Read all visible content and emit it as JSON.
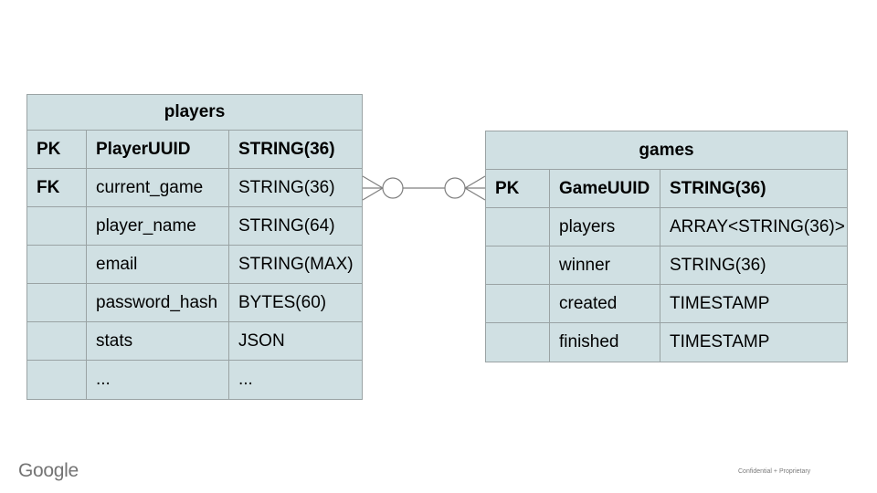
{
  "slide": {
    "brand": "Google",
    "footer_note": "Confidential + Proprietary"
  },
  "diagram": {
    "relationship": {
      "from_table": "players",
      "from_field": "current_game",
      "to_table": "games",
      "left_cardinality": "zero-or-many",
      "right_cardinality": "zero-or-many"
    },
    "tables": [
      {
        "name": "players",
        "rows": [
          {
            "key": "PK",
            "field": "PlayerUUID",
            "type": "STRING(36)",
            "bold": true
          },
          {
            "key": "FK",
            "field": "current_game",
            "type": "STRING(36)"
          },
          {
            "key": "",
            "field": "player_name",
            "type": "STRING(64)"
          },
          {
            "key": "",
            "field": "email",
            "type": "STRING(MAX)"
          },
          {
            "key": "",
            "field": "password_hash",
            "type": "BYTES(60)"
          },
          {
            "key": "",
            "field": "stats",
            "type": "JSON"
          },
          {
            "key": "",
            "field": "...",
            "type": "..."
          }
        ]
      },
      {
        "name": "games",
        "rows": [
          {
            "key": "PK",
            "field": "GameUUID",
            "type": "STRING(36)",
            "bold": true
          },
          {
            "key": "",
            "field": "players",
            "type": "ARRAY<STRING(36)>"
          },
          {
            "key": "",
            "field": "winner",
            "type": "STRING(36)"
          },
          {
            "key": "",
            "field": "created",
            "type": "TIMESTAMP"
          },
          {
            "key": "",
            "field": "finished",
            "type": "TIMESTAMP"
          }
        ]
      }
    ]
  },
  "colors": {
    "table_fill": "#d0e0e3",
    "table_border": "#9aa3a4",
    "connector_stroke": "#7f7f7f",
    "text": "#000000",
    "brand_gray": "#747474",
    "footer_gray": "#7a7a7a"
  }
}
